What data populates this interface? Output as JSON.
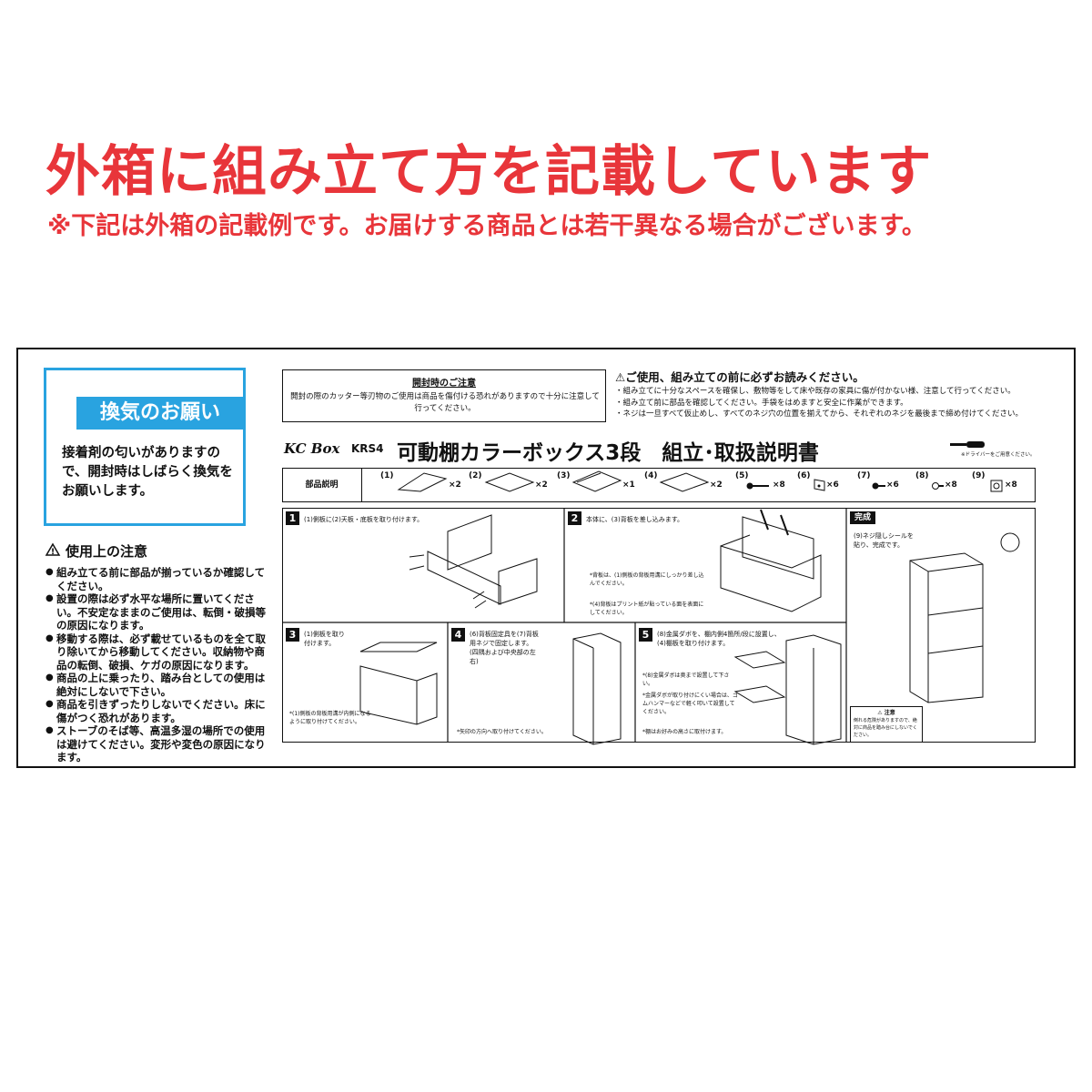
{
  "banner": {
    "headline": "外箱に組み立て方を記載しています",
    "subline": "※下記は外箱の記載例です。お届けする商品とは若干異なる場合がございます。"
  },
  "ventilation": {
    "title": "換気のお願い",
    "text": "接着剤の匂いがありますので、開封時はしばらく換気をお願いします。"
  },
  "usage_caution": {
    "title": "使用上の注意",
    "items": [
      "組み立てる前に部品が揃っているか確認してください。",
      "設置の際は必ず水平な場所に置いてください。不安定なままのご使用は、転倒・破損等の原因になります。",
      "移動する際は、必ず載せているものを全て取り除いてから移動してください。収納物や商品の転倒、破損、ケガの原因になります。",
      "商品の上に乗ったり、踏み台としての使用は絶対にしないで下さい。",
      "商品を引きずったりしないでください。床に傷がつく恐れがあります。",
      "ストーブのそば等、高温多湿の場所での使用は避けてください。変形や変色の原因になります。"
    ]
  },
  "opening_notice": {
    "title": "開封時のご注意",
    "text": "開封の際のカッター等刃物のご使用は商品を傷付ける恐れがありますので十分に注意して行ってください。"
  },
  "before_use": {
    "heading": "⚠ご使用、組み立ての前に必ずお読みください。",
    "lines": [
      "・組み立てに十分なスペースを確保し、敷物等をして床や既存の家具に傷が付かない様、注意して行ってください。",
      "・組み立て前に部品を確認してください。手袋をはめますと安全に作業ができます。",
      "・ネジは一旦すべて仮止めし、すべてのネジ穴の位置を揃えてから、それぞれのネジを最後まで締め付けてください。"
    ]
  },
  "brand": {
    "logo": "KC Box",
    "model": "KRS4",
    "title": "可動棚カラーボックス3段　組立･取扱説明書",
    "driver_note": "※ドライバーをご用意ください。"
  },
  "parts": {
    "label": "部品説明",
    "items": [
      {
        "num": "(1)",
        "qty": "×2"
      },
      {
        "num": "(2)",
        "qty": "×2"
      },
      {
        "num": "(3)",
        "qty": "×1"
      },
      {
        "num": "(4)",
        "qty": "×2"
      },
      {
        "num": "(5)",
        "qty": "×8"
      },
      {
        "num": "(6)",
        "qty": "×6"
      },
      {
        "num": "(7)",
        "qty": "×6"
      },
      {
        "num": "(8)",
        "qty": "×8"
      },
      {
        "num": "(9)",
        "qty": "×8"
      }
    ]
  },
  "steps": [
    {
      "num": "1",
      "text": "(1)側板に(2)天板・底板を取り付けます。"
    },
    {
      "num": "2",
      "text": "本体に、(3)背板を差し込みます。",
      "note1": "*背板は、(1)側板の背板用溝にしっかり差し込んでください。",
      "note2": "*(4)背板はプリント紙が貼っている面を表面にしてください。"
    },
    {
      "num": "3",
      "text": "(1)側板を取り付けます。",
      "note": "*(1)側板の背板用溝が内側になるように取り付けてください。"
    },
    {
      "num": "4",
      "text": "(6)背板固定具を(7)背板用ネジで固定します。(四隅および中央部の左右)",
      "note": "*矢印の方向へ取り付けてください。"
    },
    {
      "num": "5",
      "text": "(8)金属ダボを、棚内側4箇所/段に設置し、(4)棚板を取り付けます。",
      "note1": "*(8)金属ダボは奥まで設置して下さい。",
      "note2": "*金属ダボが取り付けにくい場合は、ゴムハンマーなどで軽く叩いて設置してください。",
      "note3": "*棚はお好みの高さに取付けます。"
    }
  ],
  "complete": {
    "badge": "完成",
    "text": "(9)ネジ隠しシールを貼り、完成です。",
    "notice_title": "⚠ 注意",
    "notice_text": "倒れる危険がありますので、絶対に商品を踏み台にしないでください。"
  }
}
